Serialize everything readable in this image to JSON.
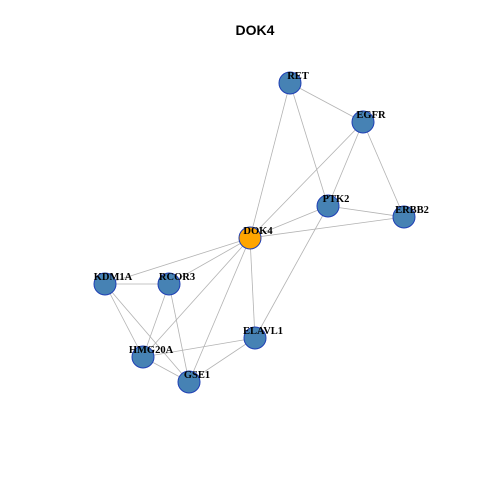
{
  "title": "DOK4",
  "colors": {
    "focus_node_fill": "#FFA500",
    "node_fill": "#4682B4",
    "node_border": "#1F3FB5",
    "edge": "#B3B3B3"
  },
  "nodes": [
    {
      "id": "RET",
      "label": "RET",
      "focus": false
    },
    {
      "id": "EGFR",
      "label": "EGFR",
      "focus": false
    },
    {
      "id": "PTK2",
      "label": "PTK2",
      "focus": false
    },
    {
      "id": "ERBB2",
      "label": "ERBB2",
      "focus": false
    },
    {
      "id": "DOK4",
      "label": "DOK4",
      "focus": true
    },
    {
      "id": "KDM1A",
      "label": "KDM1A",
      "focus": false
    },
    {
      "id": "RCOR3",
      "label": "RCOR3",
      "focus": false
    },
    {
      "id": "ELAVL1",
      "label": "ELAVL1",
      "focus": false
    },
    {
      "id": "HMG20A",
      "label": "HMG20A",
      "focus": false
    },
    {
      "id": "GSE1",
      "label": "GSE1",
      "focus": false
    }
  ],
  "edges": [
    [
      "RET",
      "EGFR"
    ],
    [
      "RET",
      "PTK2"
    ],
    [
      "RET",
      "DOK4"
    ],
    [
      "EGFR",
      "PTK2"
    ],
    [
      "EGFR",
      "ERBB2"
    ],
    [
      "EGFR",
      "DOK4"
    ],
    [
      "PTK2",
      "ERBB2"
    ],
    [
      "PTK2",
      "DOK4"
    ],
    [
      "PTK2",
      "ELAVL1"
    ],
    [
      "ERBB2",
      "DOK4"
    ],
    [
      "DOK4",
      "KDM1A"
    ],
    [
      "DOK4",
      "RCOR3"
    ],
    [
      "DOK4",
      "ELAVL1"
    ],
    [
      "DOK4",
      "HMG20A"
    ],
    [
      "DOK4",
      "GSE1"
    ],
    [
      "KDM1A",
      "RCOR3"
    ],
    [
      "KDM1A",
      "HMG20A"
    ],
    [
      "KDM1A",
      "GSE1"
    ],
    [
      "RCOR3",
      "HMG20A"
    ],
    [
      "RCOR3",
      "GSE1"
    ],
    [
      "HMG20A",
      "GSE1"
    ],
    [
      "HMG20A",
      "ELAVL1"
    ],
    [
      "GSE1",
      "ELAVL1"
    ]
  ]
}
